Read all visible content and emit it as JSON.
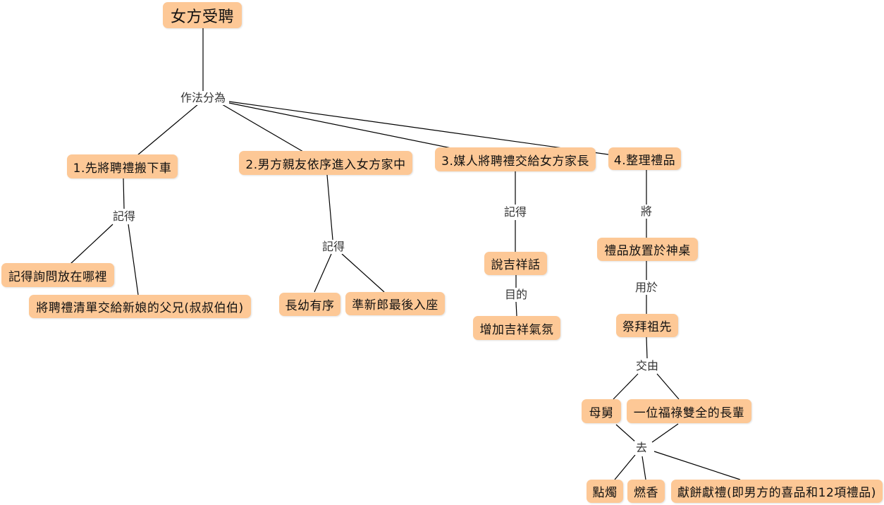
{
  "root": "女方受聘",
  "links": {
    "method": "作法分為",
    "remember1": "記得",
    "remember2": "記得",
    "remember3": "記得",
    "will": "將",
    "purpose": "目的",
    "use_for": "用於",
    "hand_to": "交由",
    "go": "去"
  },
  "steps": [
    "1.先將聘禮搬下車",
    "2.男方親友依序進入女方家中",
    "3.媒人將聘禮交給女方家長",
    "4.整理禮品"
  ],
  "step1": {
    "items": [
      "記得詢問放在哪裡",
      "將聘禮清單交給新娘的父兄(叔叔伯伯)"
    ]
  },
  "step2": {
    "items": [
      "長幼有序",
      "準新郎最後入座"
    ]
  },
  "step3": {
    "item": "說吉祥話",
    "purpose_item": "增加吉祥氣氛"
  },
  "step4": {
    "item": "禮品放置於神桌",
    "use_item": "祭拜祖先",
    "persons": [
      "母舅",
      "一位福祿雙全的長輩"
    ],
    "actions": [
      "點燭",
      "燃香",
      "獻餅獻禮(即男方的喜品和12項禮品)"
    ]
  },
  "colors": {
    "node_fill": "#fdc896",
    "line": "#000000",
    "background": "#ffffff"
  }
}
